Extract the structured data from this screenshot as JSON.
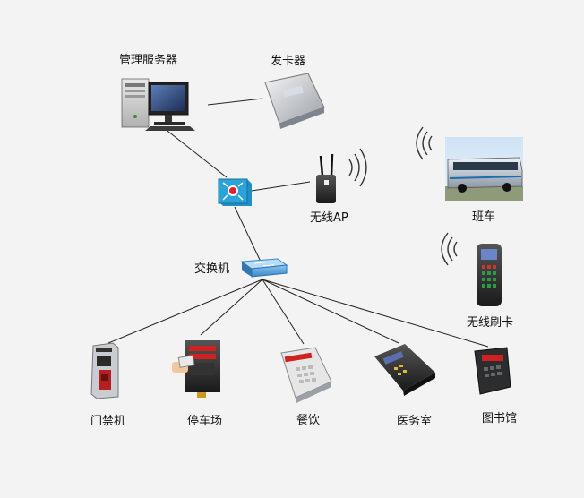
{
  "nodes": {
    "server": {
      "label": "管理服务器",
      "icon": "server-computer-icon"
    },
    "card_issuer": {
      "label": "发卡器",
      "icon": "card-reader-icon"
    },
    "router": {
      "label": "",
      "icon": "router-hub-icon"
    },
    "wireless_ap": {
      "label": "无线AP",
      "icon": "wireless-antenna-icon"
    },
    "switch": {
      "label": "交换机",
      "icon": "network-switch-icon"
    },
    "shuttle_bus": {
      "label": "班车",
      "icon": "bus-icon"
    },
    "wireless_card": {
      "label": "无线刷卡",
      "icon": "handheld-terminal-icon"
    },
    "access_control": {
      "label": "门禁机",
      "icon": "access-control-terminal-icon"
    },
    "parking": {
      "label": "停车场",
      "icon": "parking-terminal-icon"
    },
    "dining": {
      "label": "餐饮",
      "icon": "pos-terminal-icon"
    },
    "clinic": {
      "label": "医务室",
      "icon": "card-swipe-terminal-icon"
    },
    "library": {
      "label": "图书馆",
      "icon": "card-terminal-icon"
    }
  },
  "colors": {
    "background": "#f3f3f3",
    "line": "#222222",
    "router_blue": "#2aa3d8",
    "switch_blue": "#5aa7e0",
    "display_red": "#d02020"
  }
}
